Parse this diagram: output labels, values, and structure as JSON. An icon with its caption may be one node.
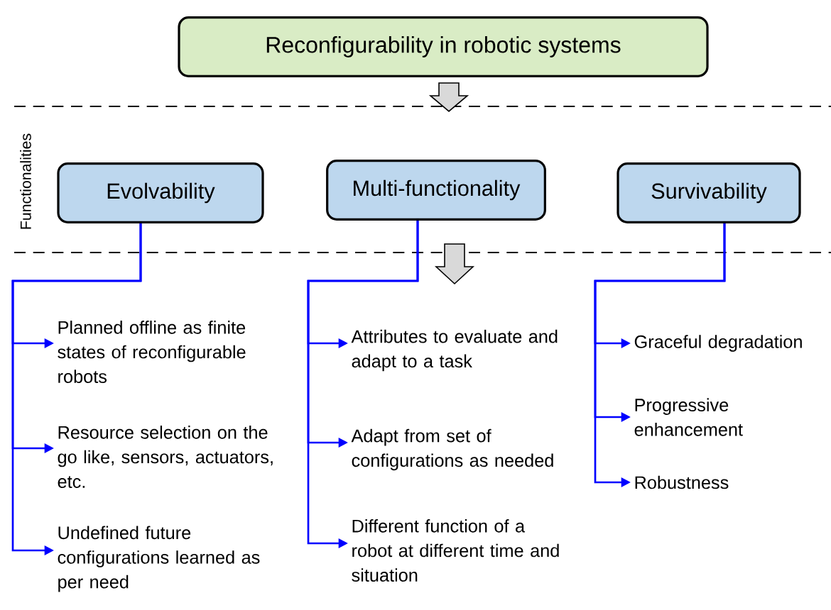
{
  "diagram": {
    "nodes": [
      {
        "text": [
          "Reconfigurability in robotic systems"
        ]
      },
      {
        "text": [
          "Evolvability"
        ]
      },
      {
        "text": [
          "Multi-functionality"
        ]
      },
      {
        "text": [
          "Survivability"
        ]
      },
      {
        "text": [
          "Planned offline as finite states of reconfigurable robots"
        ]
      },
      {
        "text": [
          "Resource selection on the go like, sensors, actuators, etc."
        ]
      },
      {
        "text": [
          "Undefined future configurations learned as per need"
        ]
      },
      {
        "text": [
          "Attributes to evaluate and adapt to a task"
        ]
      },
      {
        "text": [
          "Adapt from set of configurations as needed"
        ]
      },
      {
        "text": [
          "Different function of a robot at different time and situation"
        ]
      },
      {
        "text": [
          "Graceful degradation"
        ]
      },
      {
        "text": [
          "Progressive enhancement"
        ]
      },
      {
        "text": [
          "Robustness"
        ]
      }
    ],
    "edges": [
      {
        "from": 0,
        "to": 2,
        "arrow": "to",
        "style": "thick",
        "color": "#d9d9d9"
      },
      {
        "from": 1,
        "to": 4,
        "arrow": "to"
      },
      {
        "from": 1,
        "to": 5,
        "arrow": "to"
      },
      {
        "from": 1,
        "to": 6,
        "arrow": "to"
      },
      {
        "from": 2,
        "to": 7,
        "arrow": "to"
      },
      {
        "from": 2,
        "to": 8,
        "arrow": "to"
      },
      {
        "from": 2,
        "to": 9,
        "arrow": "to"
      },
      {
        "from": 3,
        "to": 10,
        "arrow": "to"
      },
      {
        "from": 3,
        "to": 11,
        "arrow": "to"
      },
      {
        "from": 3,
        "to": 12,
        "arrow": "to"
      }
    ],
    "labels": [
      "Functionalities"
    ]
  }
}
